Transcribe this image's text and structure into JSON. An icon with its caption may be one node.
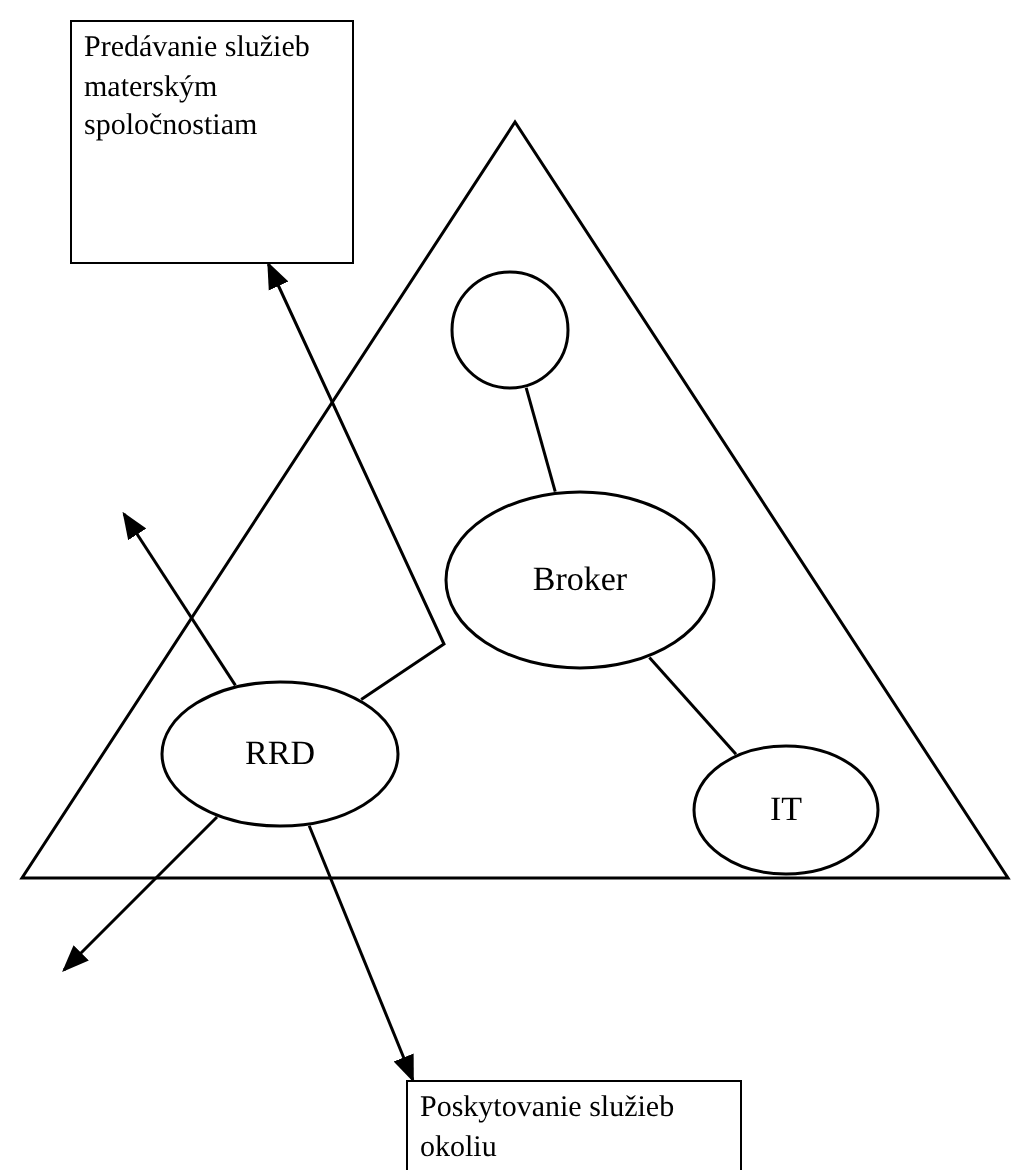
{
  "diagram": {
    "nodes": [
      {
        "text": [
          "Predávanie služieb materským spoločnostiam"
        ]
      },
      {
        "text": [],
        "shape": "triangle"
      },
      {
        "text": [],
        "shape": "circle",
        "in": 1
      },
      {
        "text": [
          "Broker"
        ],
        "in": 1
      },
      {
        "text": [
          "RRD"
        ],
        "in": 1
      },
      {
        "text": [
          "IT"
        ],
        "in": 1
      },
      {
        "text": [
          "Poskytovanie služieb okoliu"
        ]
      }
    ],
    "edges": [
      {
        "from": 2,
        "to": 3,
        "arrow": "none"
      },
      {
        "from": 3,
        "to": 5,
        "arrow": "none"
      },
      {
        "from": 4,
        "to": 0,
        "arrow": "to"
      },
      {
        "from": 4,
        "to": null,
        "arrow": "to"
      },
      {
        "from": 4,
        "to": null,
        "arrow": "to"
      },
      {
        "from": 4,
        "to": 6,
        "arrow": "to"
      }
    ]
  }
}
